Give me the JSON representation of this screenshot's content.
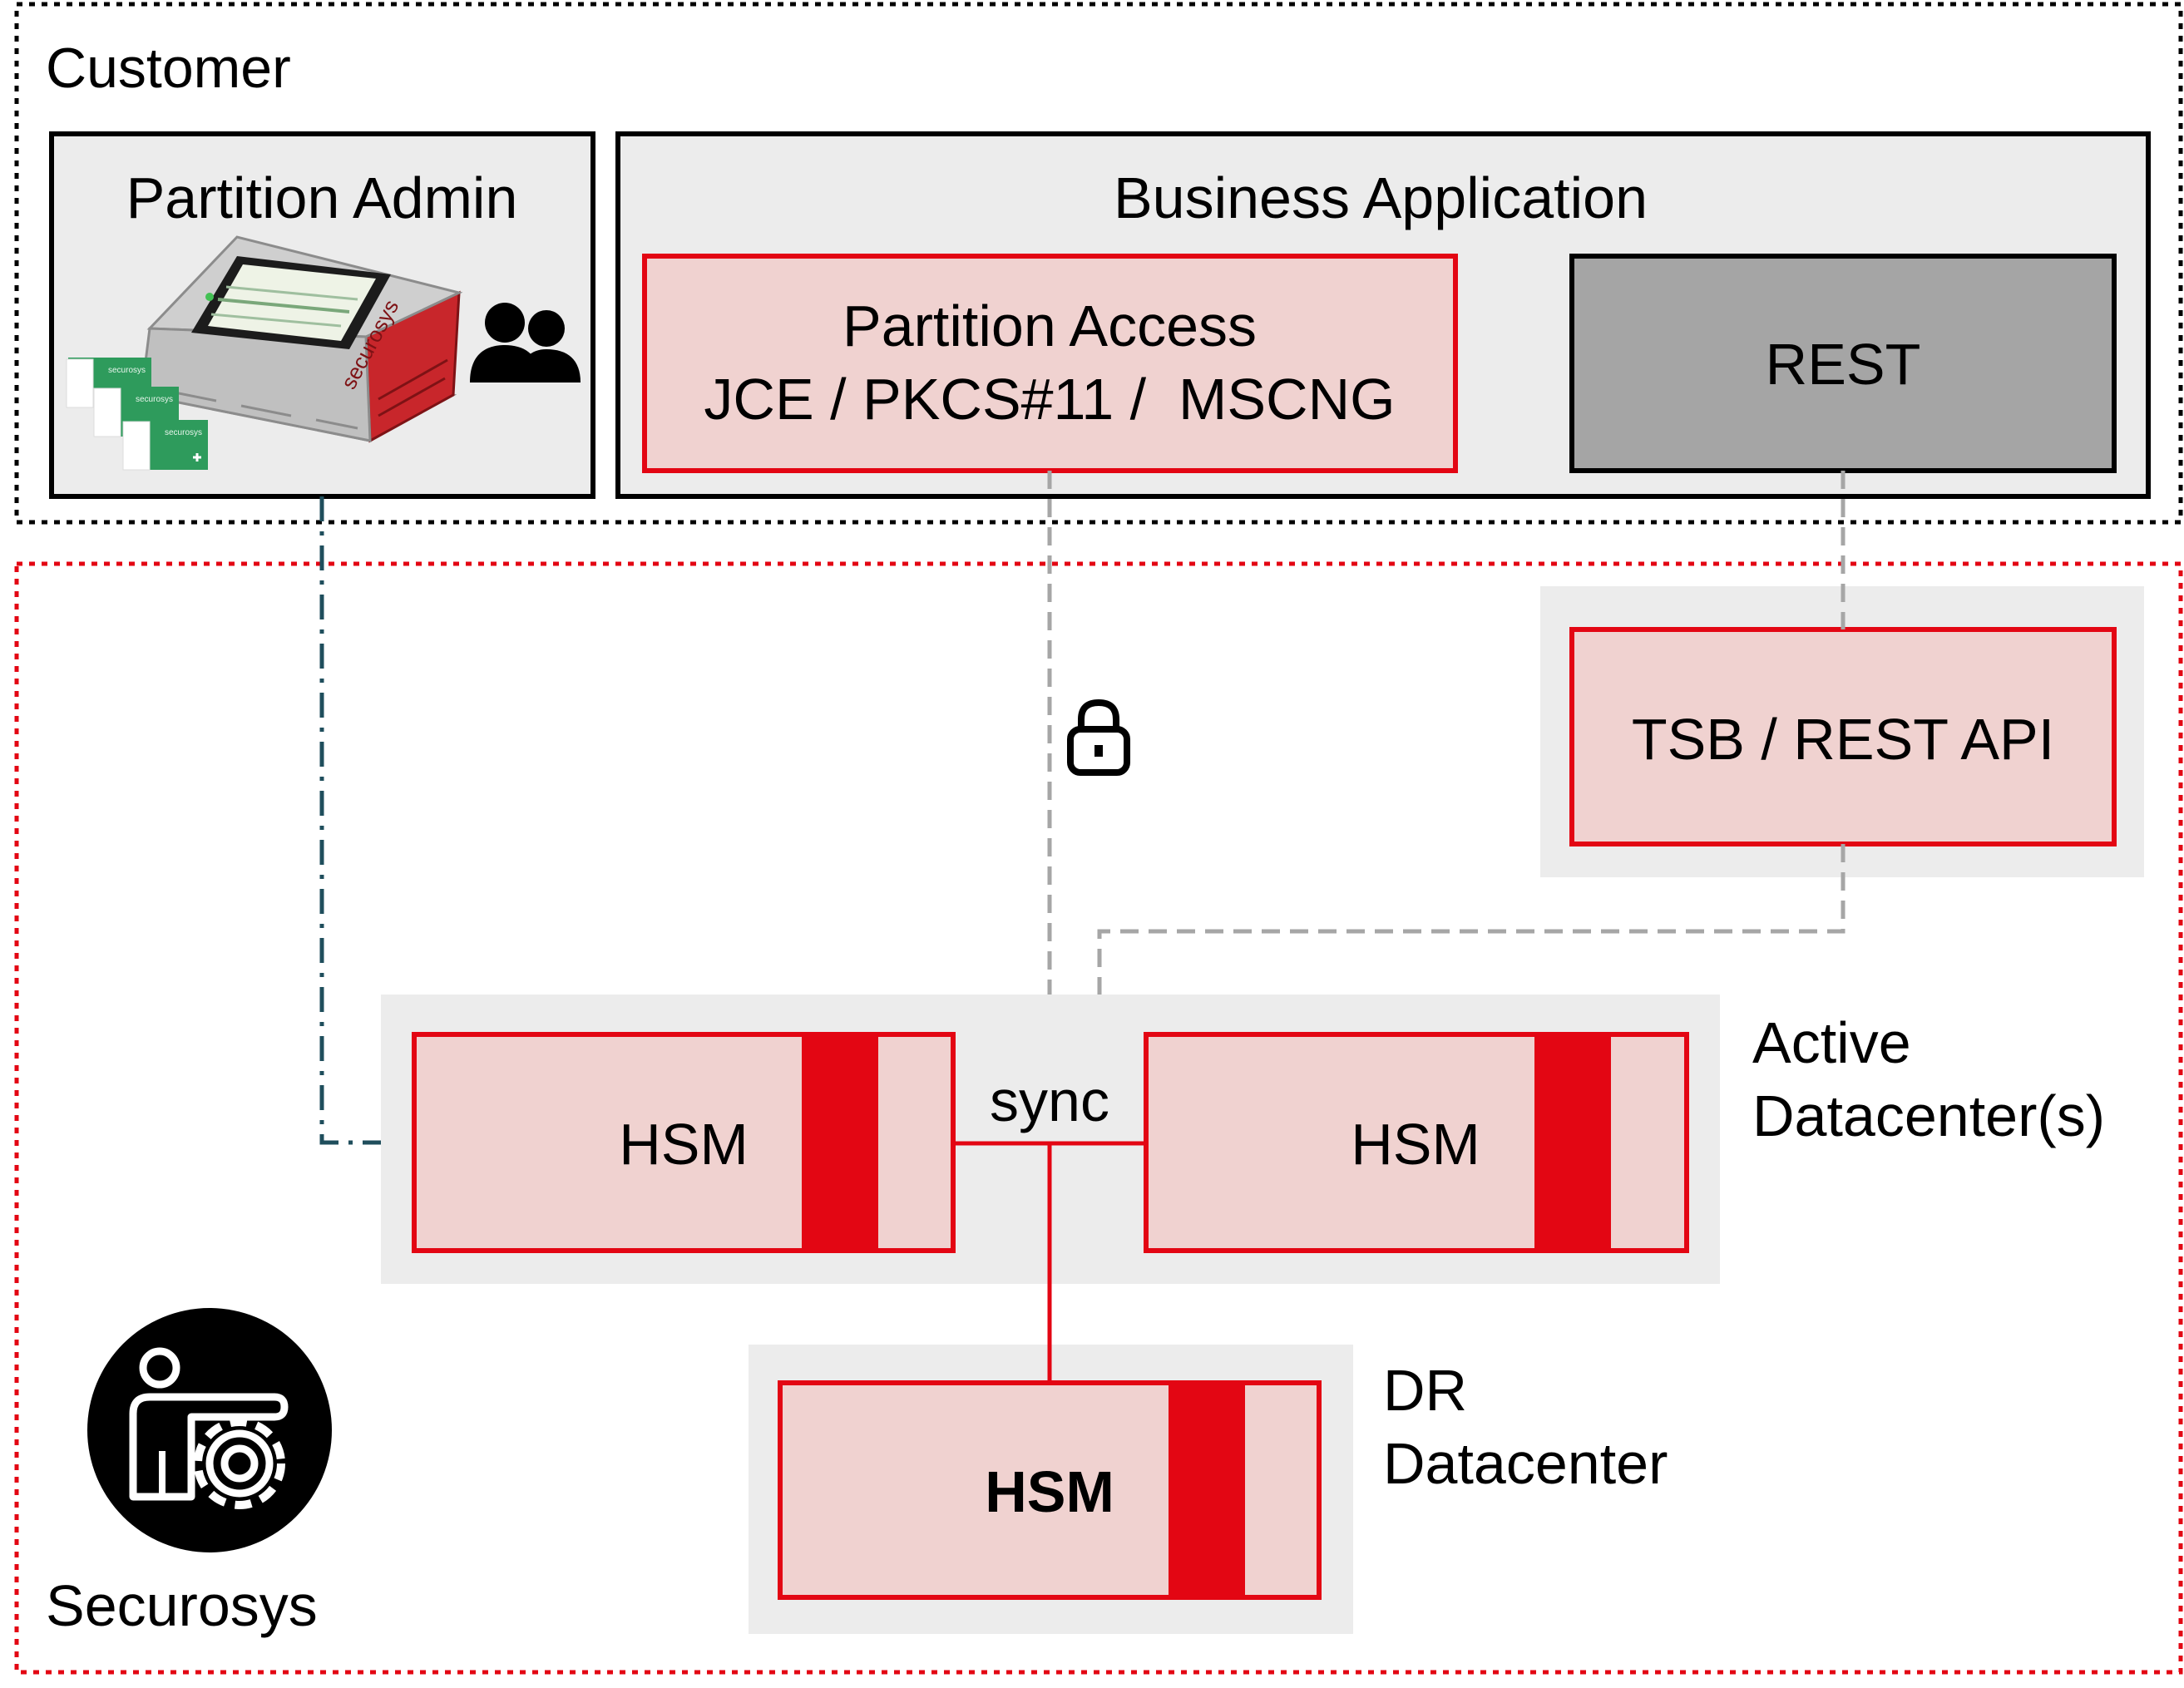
{
  "customer": {
    "title": "Customer",
    "partition_admin": {
      "title": "Partition Admin",
      "device_brand": "securosys",
      "card_brand": "securosys"
    },
    "business_application": {
      "title": "Business Application",
      "partition_access": {
        "line1": "Partition Access",
        "line2": "JCE / PKCS#11 /  MSCNG"
      },
      "rest": {
        "label": "REST"
      }
    }
  },
  "securosys": {
    "title": "Securosys",
    "tsb": {
      "label": "TSB / REST API"
    },
    "active_datacenter": {
      "line1": "Active",
      "line2": "Datacenter(s)",
      "hsm_left": "HSM",
      "hsm_right": "HSM",
      "sync_label": "sync"
    },
    "dr_datacenter": {
      "line1": "DR",
      "line2": "Datacenter",
      "hsm": "HSM"
    }
  },
  "colors": {
    "red": "#e30613",
    "pink_fill": "#f0d2d0",
    "gray_panel": "#ececec",
    "rest_gray": "#a5a5a5",
    "teal_line": "#1f4e5c",
    "dashed_gray": "#a6a6a6"
  },
  "icons": {
    "lock": "lock-icon",
    "people": "people-icon",
    "admin": "person-gear-icon",
    "device": "hsm-device-icon",
    "cards": "smartcard-icon"
  }
}
